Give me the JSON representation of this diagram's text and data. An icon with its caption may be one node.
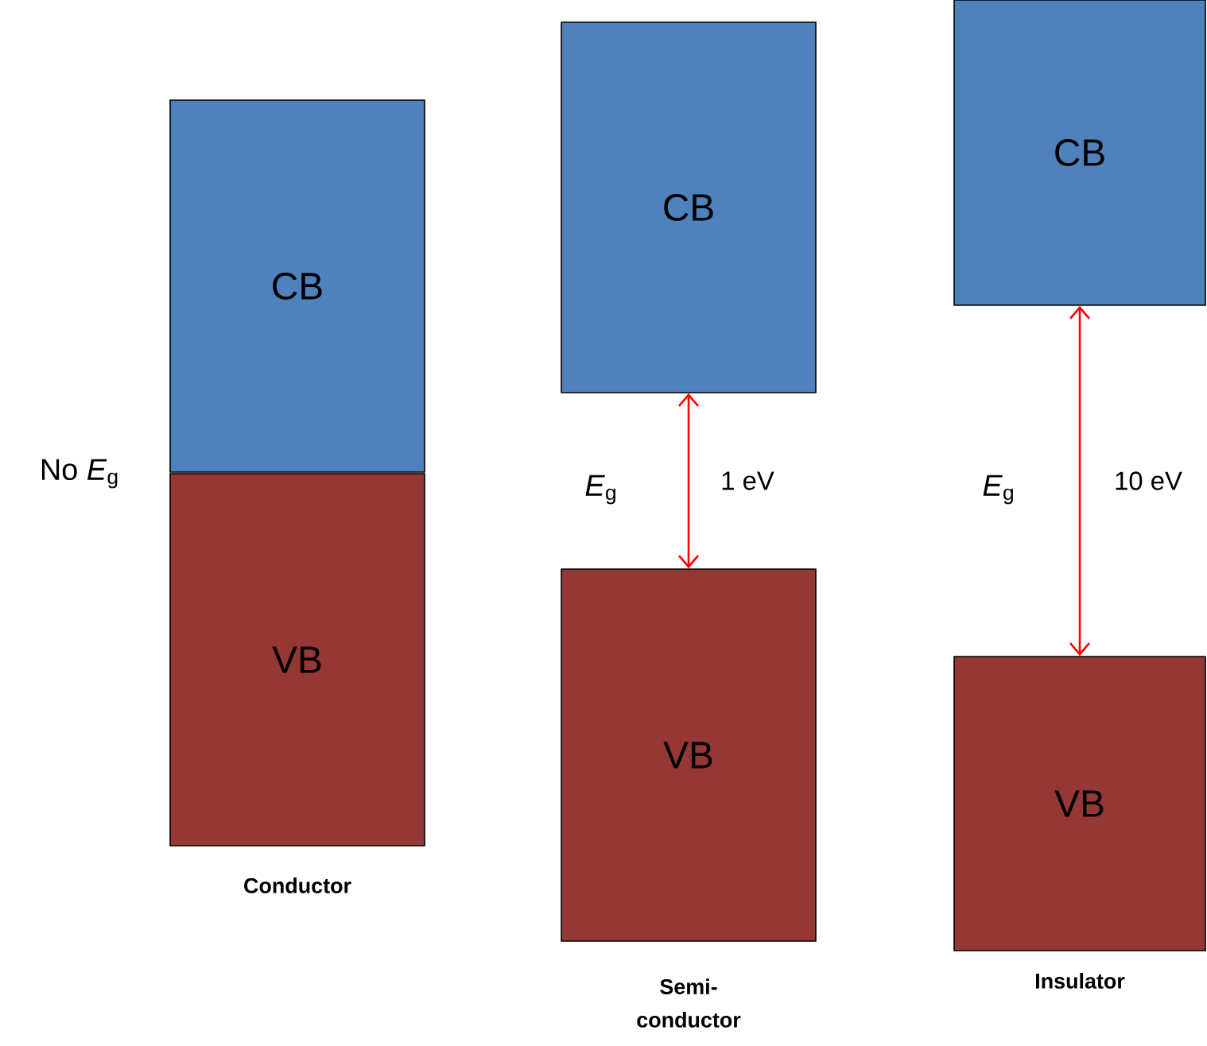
{
  "diagram": {
    "nodes": [
      {
        "text": [
          "CB"
        ]
      },
      {
        "text": [
          "VB"
        ],
        "beside": [
          "Conductor"
        ]
      },
      {
        "text": [
          "CB"
        ]
      },
      {
        "text": [
          "VB"
        ],
        "beside": [
          "Semi- conductor"
        ]
      },
      {
        "text": [
          "CB"
        ]
      },
      {
        "text": [
          "VB"
        ],
        "beside": [
          "Insulator"
        ]
      }
    ],
    "edges": [
      {
        "from": 2,
        "to": 3,
        "arrow": "both",
        "label": "1 eV",
        "color": "#ff0000"
      },
      {
        "from": 4,
        "to": 5,
        "arrow": "both",
        "label": "10 eV",
        "color": "#ff0000"
      }
    ],
    "labels": [
      "No *E*$_{g}$",
      "*E*$_{g}$",
      "*E*$_{g}$"
    ]
  }
}
